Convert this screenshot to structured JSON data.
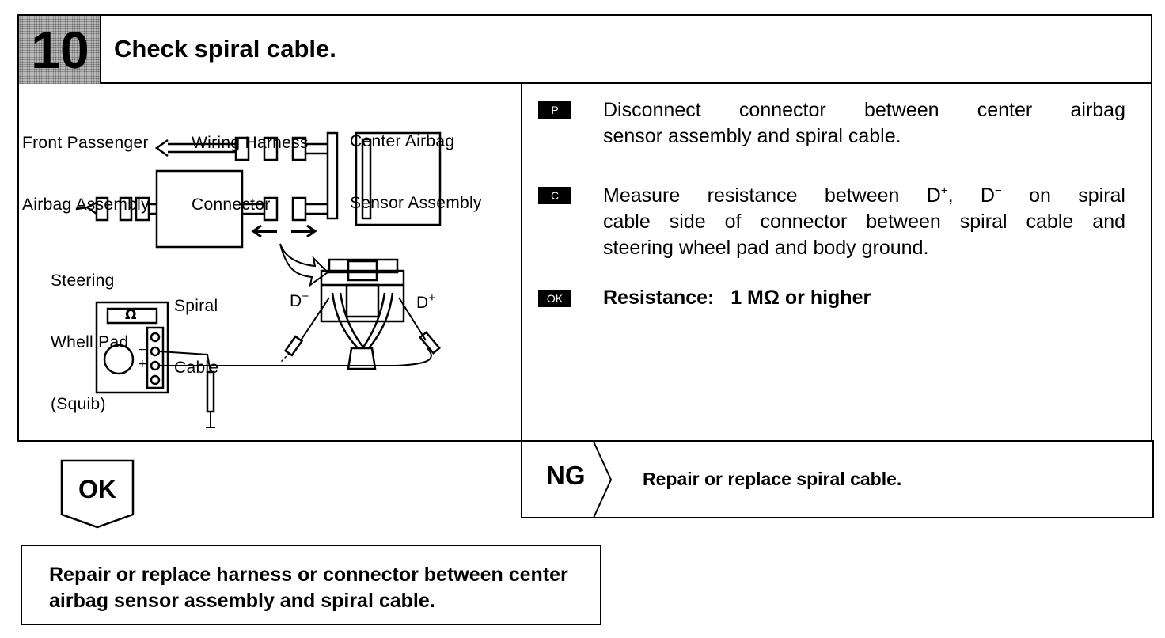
{
  "header": {
    "step_number": "10",
    "title": "Check spiral cable."
  },
  "diagram": {
    "label_front_passenger_line1": "Front Passenger",
    "label_front_passenger_line2": "Airbag Assembly",
    "label_wiring_harness_line1": "Wiring Harness",
    "label_wiring_harness_line2": "Connector",
    "label_center_airbag_line1": "Center Airbag",
    "label_center_airbag_line2": "Sensor Assembly",
    "label_steering_line1": "Steering",
    "label_steering_line2": "Whell Pad",
    "label_steering_line3": "(Squib)",
    "label_spiral_line1": "Spiral",
    "label_spiral_line2": "Cable",
    "label_d_minus": "D",
    "label_d_plus": "D",
    "ohm_symbol": "Ω",
    "meter_minus": "−",
    "meter_plus": "+"
  },
  "instructions": {
    "p_badge": "P",
    "p_line1": "Disconnect connector between center airbag",
    "p_line2": "sensor assembly and spiral cable.",
    "c_badge": "C",
    "c_line1_a": "Measure resistance between D",
    "c_line1_sup1": "+",
    "c_line1_b": ", D",
    "c_line1_sup2": "−",
    "c_line1_c": " on spiral",
    "c_line2": "cable side of connector between spiral cable and",
    "c_line3": "steering wheel pad and body ground.",
    "ok_badge": "OK",
    "ok_label": "Resistance:",
    "ok_value": "1 MΩ or higher"
  },
  "ng": {
    "label": "NG",
    "text": "Repair or replace spiral cable."
  },
  "ok_result": {
    "label": "OK",
    "text": "Repair or replace harness or connector between center airbag sensor assembly and spiral cable."
  }
}
